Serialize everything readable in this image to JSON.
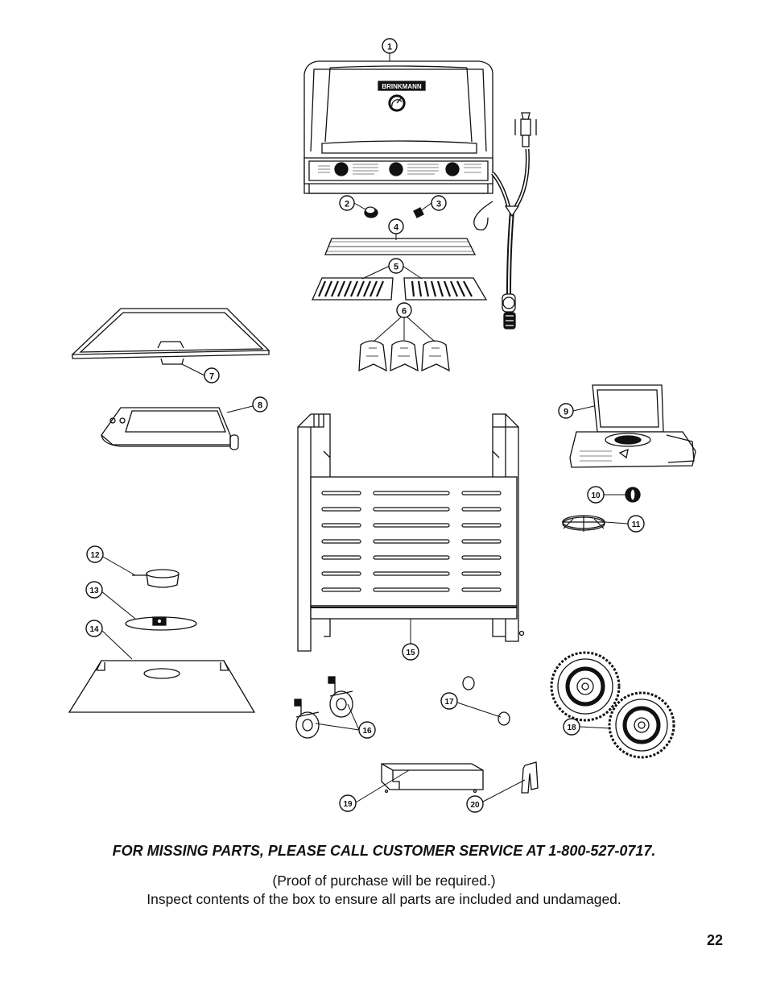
{
  "callouts": [
    "1",
    "2",
    "3",
    "4",
    "5",
    "6",
    "7",
    "8",
    "9",
    "10",
    "11",
    "12",
    "13",
    "14",
    "15",
    "16",
    "17",
    "18",
    "19",
    "20"
  ],
  "brand_label": "BRINKMANN",
  "notice": {
    "missing_parts": "FOR MISSING PARTS, PLEASE CALL CUSTOMER SERVICE AT 1-800-527-0717.",
    "proof": "(Proof of purchase will be required.)",
    "inspect": "Inspect contents of the box to ensure all parts are included and undamaged."
  },
  "page_number": "22"
}
